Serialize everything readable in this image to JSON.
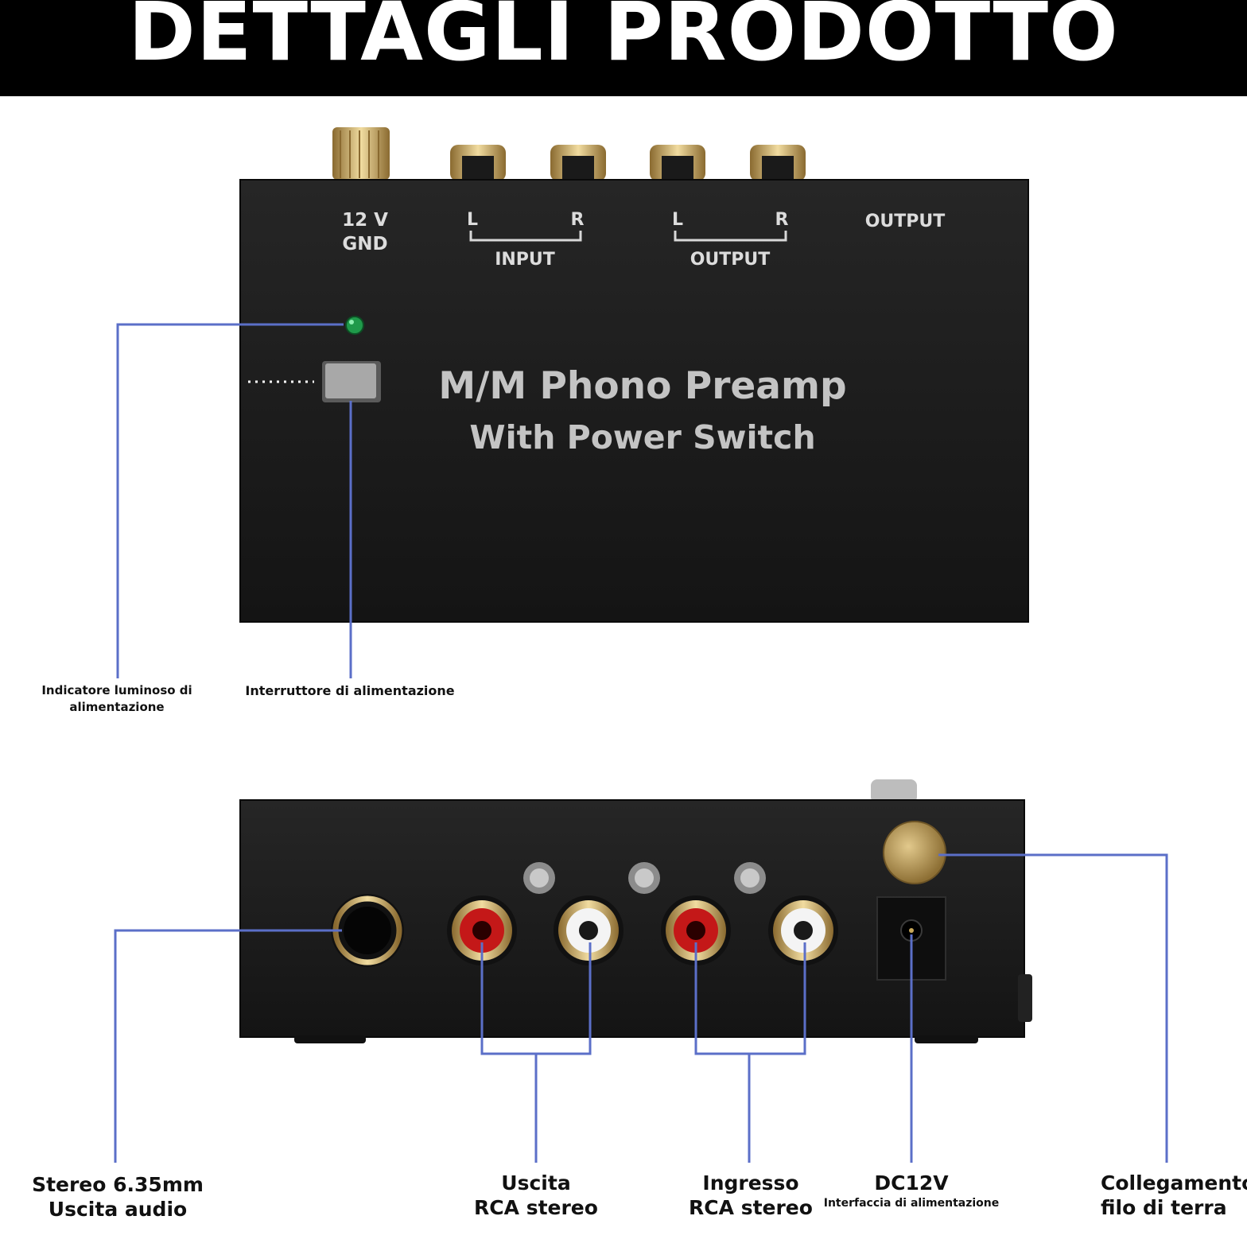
{
  "header": {
    "title": "DETTAGLI PRODOTTO"
  },
  "device_top": {
    "power_label_1": "12 V",
    "power_label_2": "GND",
    "input_l": "L",
    "input_r": "R",
    "input_label": "INPUT",
    "output_l": "L",
    "output_r": "R",
    "output_label": "OUTPUT",
    "output_label_right": "OUTPUT",
    "product_title": "M/M Phono Preamp",
    "product_subtitle": "With Power Switch"
  },
  "callouts_top": {
    "indicator": "Indicatore luminoso di alimentazione",
    "switch": "Interruttore di alimentazione"
  },
  "callouts_bottom": {
    "stereo_line1": "Stereo 6.35mm",
    "stereo_line2": "Uscita audio",
    "uscita_line1": "Uscita",
    "uscita_line2": "RCA stereo",
    "ingresso_line1": "Ingresso",
    "ingresso_line2": "RCA stereo",
    "dc_line1": "DC12V",
    "dc_line2": "Interfaccia di alimentazione",
    "ground_line1": "Collegamento",
    "ground_line2": "filo di terra"
  },
  "colors": {
    "callout_line": "#5b6fc8",
    "device_body": "#1c1c1c",
    "led": "#1f9a4a",
    "rca_red": "#c41818",
    "gold": "#c8a85a"
  }
}
